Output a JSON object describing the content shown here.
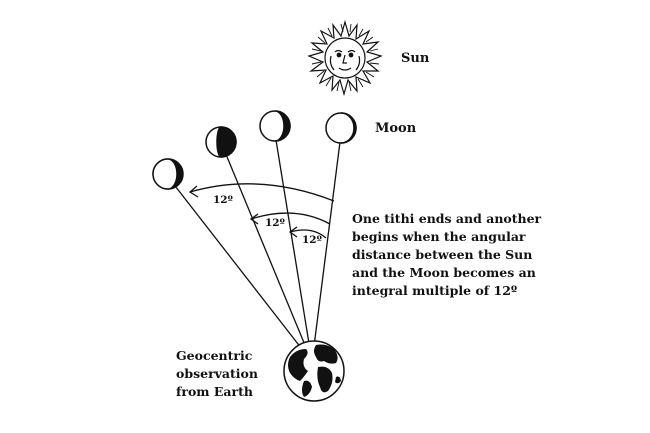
{
  "labels": {
    "sun": "Sun",
    "moon": "Moon",
    "earth": [
      "Geocentric",
      "observation",
      "from Earth"
    ],
    "explanation": [
      "One tithi ends and another",
      "begins when the angular",
      "distance between the Sun",
      "and the Moon becomes an",
      "integral multiple of 12º"
    ]
  },
  "angles": [
    "12º",
    "12º",
    "12º"
  ],
  "moon_phases": [
    "crescent",
    "quarter",
    "gibbous",
    "nearly-full"
  ],
  "colors": {
    "ink": "#111111",
    "background": "#ffffff"
  },
  "icons": [
    "sun-icon",
    "moon-icon",
    "earth-globe-icon",
    "arrowhead-icon"
  ]
}
